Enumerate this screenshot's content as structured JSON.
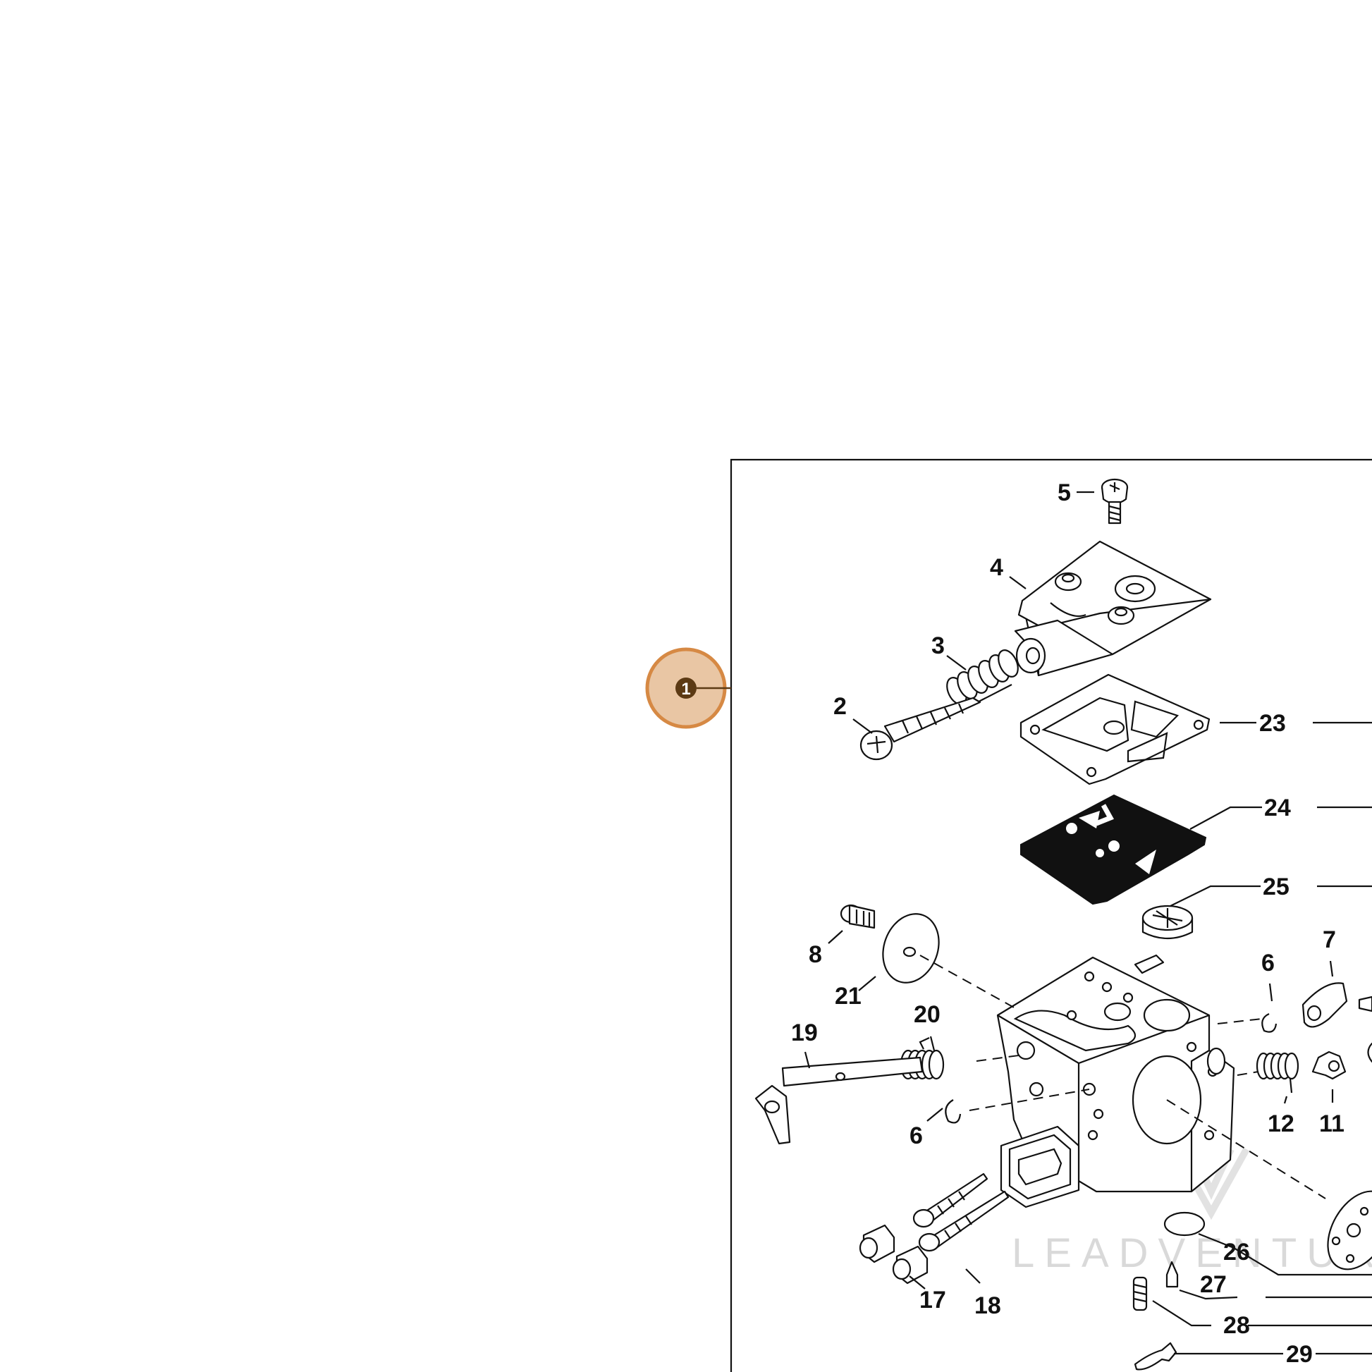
{
  "diagram": {
    "callouts": [
      {
        "id": "callout-5",
        "text": "5"
      },
      {
        "id": "callout-4",
        "text": "4"
      },
      {
        "id": "callout-3",
        "text": "3"
      },
      {
        "id": "callout-2",
        "text": "2"
      },
      {
        "id": "callout-23",
        "text": "23"
      },
      {
        "id": "callout-24",
        "text": "24"
      },
      {
        "id": "callout-25",
        "text": "25"
      },
      {
        "id": "callout-8",
        "text": "8"
      },
      {
        "id": "callout-21",
        "text": "21"
      },
      {
        "id": "callout-20",
        "text": "20"
      },
      {
        "id": "callout-19",
        "text": "19"
      },
      {
        "id": "callout-6a",
        "text": "6"
      },
      {
        "id": "callout-7",
        "text": "7"
      },
      {
        "id": "callout-6b",
        "text": "6"
      },
      {
        "id": "callout-12",
        "text": "12"
      },
      {
        "id": "callout-11",
        "text": "11"
      },
      {
        "id": "callout-18",
        "text": "18"
      },
      {
        "id": "callout-17",
        "text": "17"
      },
      {
        "id": "callout-26",
        "text": "26"
      },
      {
        "id": "callout-27",
        "text": "27"
      },
      {
        "id": "callout-28",
        "text": "28"
      },
      {
        "id": "callout-29",
        "text": "29"
      }
    ],
    "highlight_badge": {
      "text": "1",
      "fill_color": "#e8c3a0",
      "ring_color": "#d4833a",
      "dot_color": "#5c3a14"
    },
    "watermark": "LEADVENTUR"
  }
}
